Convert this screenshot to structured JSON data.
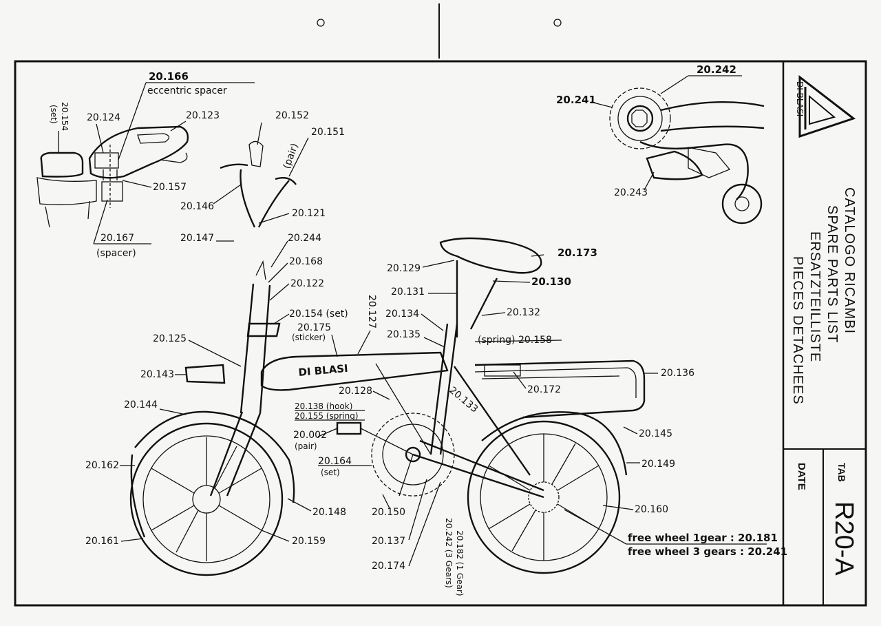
{
  "sidebar": {
    "titles": [
      "CATALOGO RICAMBI",
      "SPARE PARTS LIST",
      "ERSATZTEILLISTE",
      "PIECES DETACHEES"
    ],
    "brand": "DI BLASI",
    "date_label": "DATE",
    "tab_label": "TAB",
    "tab_code": "R20-A"
  },
  "stem_detail": {
    "eccentric_code": "20.166",
    "eccentric_note": "eccentric spacer",
    "set_code": "20.154",
    "set_note": "(set)",
    "parts": [
      "20.124",
      "20.123",
      "20.157"
    ],
    "spacer_code": "20.167",
    "spacer_note": "(spacer)"
  },
  "gear_detail": {
    "parts": [
      "20.242",
      "20.241",
      "20.243"
    ]
  },
  "frame_sticker": "DI BLASI",
  "callouts": {
    "c152": "20.152",
    "c151": "20.151",
    "pair": "(pair)",
    "c146": "20.146",
    "c121": "20.121",
    "c147": "20.147",
    "c244": "20.244",
    "c168": "20.168",
    "c122": "20.122",
    "c154set": "20.154 (set)",
    "c175": "20.175",
    "sticker": "(sticker)",
    "c127": "20.127",
    "c125": "20.125",
    "c143": "20.143",
    "c144": "20.144",
    "c129": "20.129",
    "c173": "20.173",
    "c131": "20.131",
    "c130": "20.130",
    "c134": "20.134",
    "c132": "20.132",
    "c135": "20.135",
    "spring158": "(spring) 20.158",
    "c136": "20.136",
    "c128": "20.128",
    "c172": "20.172",
    "c133": "20.133",
    "hook": "20.138 (hook)",
    "spring155": "20.155 (spring)",
    "c002": "20.002",
    "pair002": "(pair)",
    "c145": "20.145",
    "c162": "20.162",
    "c164": "20.164",
    "set164": "(set)",
    "c149": "20.149",
    "c148": "20.148",
    "c150": "20.150",
    "c160": "20.160",
    "c161": "20.161",
    "c159": "20.159",
    "c137": "20.137",
    "c174": "20.174",
    "c242gears": "20.242 (3 Gears)",
    "c182gear": "20.182 (1 Gear)",
    "fw1": "free wheel 1gear : 20.181",
    "fw3": "free wheel 3 gears : 20.241"
  }
}
